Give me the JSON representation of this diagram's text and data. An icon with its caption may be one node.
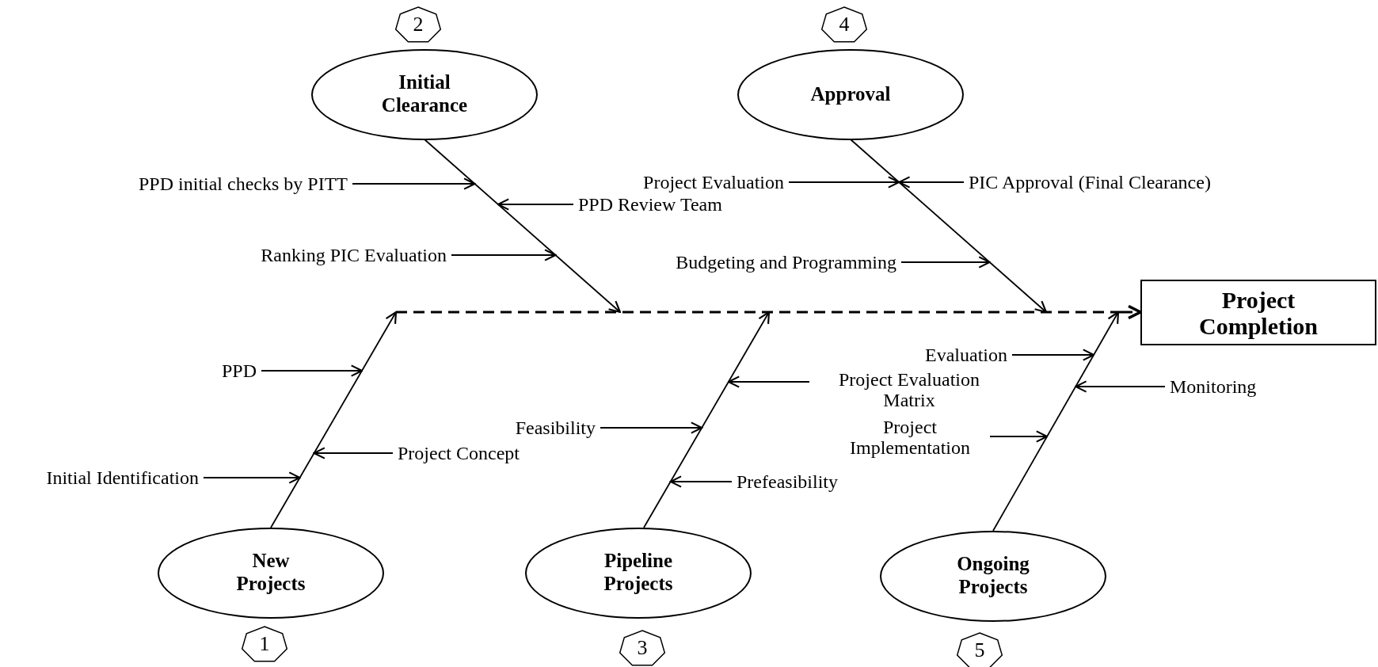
{
  "diagram": {
    "nodes": [
      {
        "text": [
          "Initial Clearance"
        ]
      },
      {
        "text": [
          "Approval"
        ]
      },
      {
        "text": [
          "Project Completion"
        ]
      },
      {
        "text": [
          "New Projects"
        ]
      },
      {
        "text": [
          "Pipeline Projects"
        ]
      },
      {
        "text": [
          "Ongoing Projects"
        ]
      },
      {
        "text": [
          "2"
        ]
      },
      {
        "text": [
          "4"
        ]
      },
      {
        "text": [
          "1"
        ]
      },
      {
        "text": [
          "3"
        ]
      },
      {
        "text": [
          "5"
        ]
      },
      {
        "text": [
          "PPD initial checks by PITT"
        ]
      },
      {
        "text": [
          "PPD Review Team"
        ]
      },
      {
        "text": [
          "Ranking PIC Evaluation"
        ]
      },
      {
        "text": [
          "Project Evaluation"
        ]
      },
      {
        "text": [
          "PIC Approval (Final Clearance)"
        ]
      },
      {
        "text": [
          "Budgeting and Programming"
        ]
      },
      {
        "text": [
          "PPD"
        ]
      },
      {
        "text": [
          "Project Concept"
        ]
      },
      {
        "text": [
          "Initial Identification"
        ]
      },
      {
        "text": [
          "Project Evaluation Matrix"
        ]
      },
      {
        "text": [
          "Feasibility"
        ]
      },
      {
        "text": [
          "Prefeasibility"
        ]
      },
      {
        "text": [
          "Evaluation"
        ]
      },
      {
        "text": [
          "Monitoring"
        ]
      },
      {
        "text": [
          "Project Implementation"
        ]
      },
      {
        "text": [],
        "shape": "line"
      }
    ],
    "edges": [
      {
        "from": 0,
        "to": 26,
        "arrow": "to"
      },
      {
        "from": 1,
        "to": 26,
        "arrow": "to"
      },
      {
        "from": 3,
        "to": 26,
        "arrow": "to"
      },
      {
        "from": 4,
        "to": 26,
        "arrow": "to"
      },
      {
        "from": 5,
        "to": 26,
        "arrow": "to"
      },
      {
        "from": 26,
        "to": 2,
        "arrow": "to",
        "style": "dashed"
      },
      {
        "from": 11,
        "to": null,
        "arrow": "to"
      },
      {
        "from": 12,
        "to": null,
        "arrow": "to"
      },
      {
        "from": 13,
        "to": null,
        "arrow": "to"
      },
      {
        "from": 14,
        "to": null,
        "arrow": "to"
      },
      {
        "from": 15,
        "to": null,
        "arrow": "to"
      },
      {
        "from": 16,
        "to": null,
        "arrow": "to"
      },
      {
        "from": 17,
        "to": null,
        "arrow": "to"
      },
      {
        "from": 18,
        "to": null,
        "arrow": "to"
      },
      {
        "from": 19,
        "to": null,
        "arrow": "to"
      },
      {
        "from": 20,
        "to": null,
        "arrow": "to"
      },
      {
        "from": 21,
        "to": null,
        "arrow": "to"
      },
      {
        "from": 22,
        "to": null,
        "arrow": "to"
      },
      {
        "from": 23,
        "to": null,
        "arrow": "to"
      },
      {
        "from": 24,
        "to": null,
        "arrow": "to"
      },
      {
        "from": 25,
        "to": null,
        "arrow": "to"
      }
    ]
  }
}
